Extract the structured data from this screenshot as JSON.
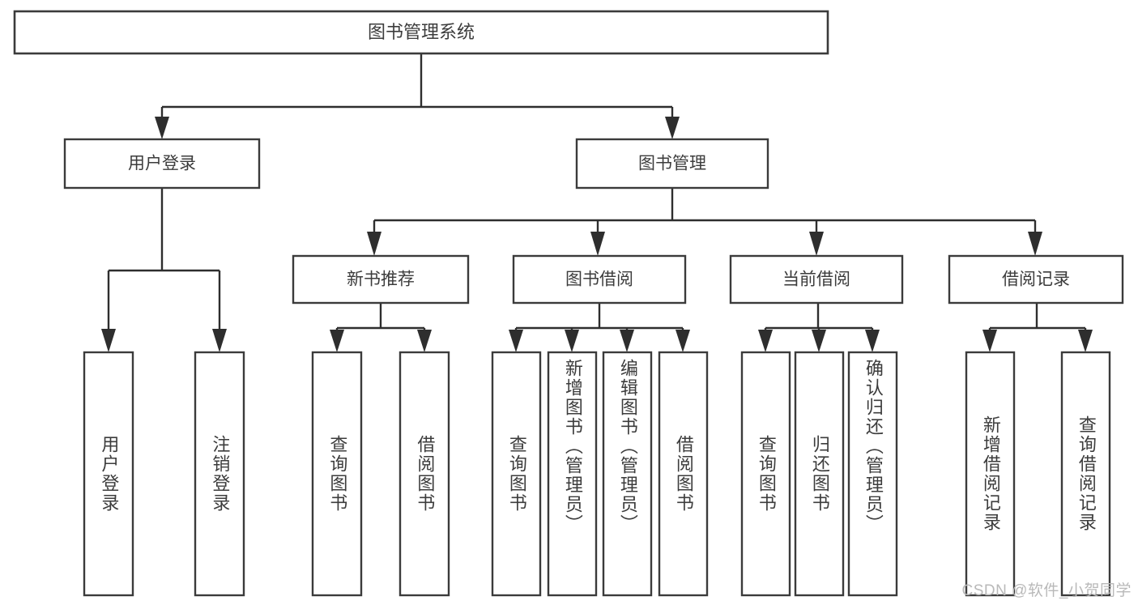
{
  "diagram": {
    "type": "tree",
    "title": "图书管理系统",
    "background_color": "#ffffff",
    "stroke_color": "#3b3b3b",
    "text_color": "#3c3c3c",
    "root": {
      "label": "图书管理系统"
    },
    "level2": [
      {
        "label": "用户登录"
      },
      {
        "label": "图书管理"
      }
    ],
    "level3": [
      {
        "label": "新书推荐"
      },
      {
        "label": "图书借阅"
      },
      {
        "label": "当前借阅"
      },
      {
        "label": "借阅记录"
      }
    ],
    "leaves": {
      "user_login": [
        {
          "label": "用户登录"
        },
        {
          "label": "注销登录"
        }
      ],
      "new_book_recommend": [
        {
          "label": "查询图书"
        },
        {
          "label": "借阅图书"
        }
      ],
      "book_borrow": [
        {
          "label": "查询图书"
        },
        {
          "label": "新增图书（管理员）"
        },
        {
          "label": "编辑图书（管理员）"
        },
        {
          "label": "借阅图书"
        }
      ],
      "current_borrow": [
        {
          "label": "查询图书"
        },
        {
          "label": "归还图书"
        },
        {
          "label": "确认归还（管理员）"
        }
      ],
      "borrow_records": [
        {
          "label": "新增借阅记录"
        },
        {
          "label": "查询借阅记录"
        }
      ]
    }
  },
  "watermark": {
    "text": "CSDN @软件_小贺同学",
    "color": "#b9b9b9"
  }
}
